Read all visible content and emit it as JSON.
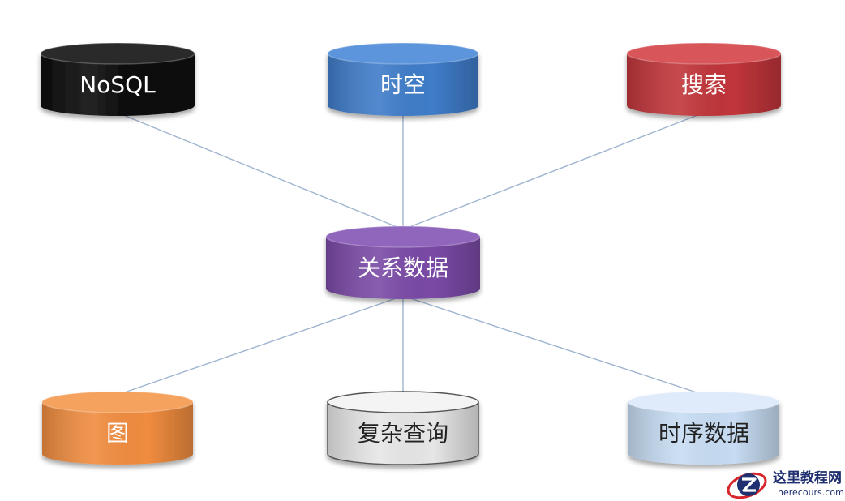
{
  "nodes": [
    {
      "id": "nosql",
      "label": "NoSQL",
      "fill": "#0a0a0a",
      "top": "#2a2a2a",
      "text": "#ffffff"
    },
    {
      "id": "spatiotemporal",
      "label": "时空",
      "fill": "#3f7cc9",
      "top": "#5b95db",
      "text": "#ffffff"
    },
    {
      "id": "search",
      "label": "搜索",
      "fill": "#c0353a",
      "top": "#d8555a",
      "text": "#ffffff"
    },
    {
      "id": "relational",
      "label": "关系数据",
      "fill": "#7a4aa6",
      "top": "#9066bd",
      "text": "#ffffff"
    },
    {
      "id": "graph",
      "label": "图",
      "fill": "#f08c3f",
      "top": "#f5a25f",
      "text": "#ffffff"
    },
    {
      "id": "complex-query",
      "label": "复杂查询",
      "fill": "#e6e6e6",
      "top": "#f4f4f4",
      "text": "#222222"
    },
    {
      "id": "time-series",
      "label": "时序数据",
      "fill": "#c7dcf3",
      "top": "#dfeafa",
      "text": "#222222"
    }
  ],
  "edges": [
    [
      "nosql",
      "relational"
    ],
    [
      "spatiotemporal",
      "relational"
    ],
    [
      "search",
      "relational"
    ],
    [
      "relational",
      "graph"
    ],
    [
      "relational",
      "complex-query"
    ],
    [
      "relational",
      "time-series"
    ]
  ],
  "watermark": {
    "name_cn": "这里教程网",
    "domain": "herecours.com",
    "accent": "#d7262c",
    "ink": "#1f2f6f"
  }
}
